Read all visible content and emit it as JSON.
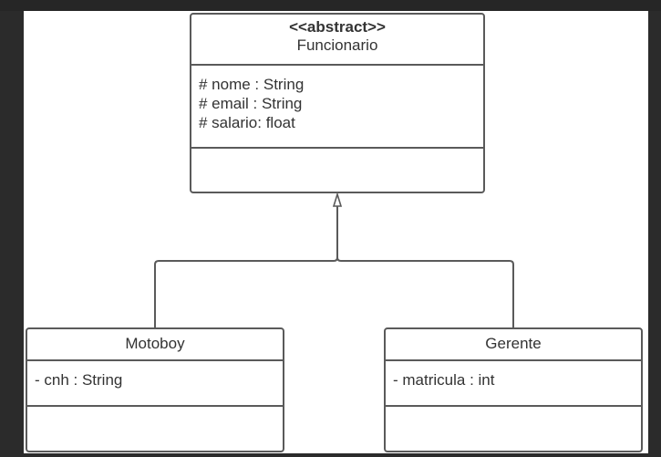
{
  "diagram": {
    "classes": {
      "funcionario": {
        "stereotype": "<<abstract>>",
        "name": "Funcionario",
        "attributes": [
          "# nome : String",
          "# email : String",
          "# salario: float"
        ],
        "methods": []
      },
      "motoboy": {
        "name": "Motoboy",
        "attributes": [
          "- cnh : String"
        ],
        "methods": []
      },
      "gerente": {
        "name": "Gerente",
        "attributes": [
          "- matricula : int"
        ],
        "methods": []
      }
    },
    "relations": [
      {
        "type": "generalization",
        "from": "Motoboy",
        "to": "Funcionario"
      },
      {
        "type": "generalization",
        "from": "Gerente",
        "to": "Funcionario"
      }
    ]
  }
}
